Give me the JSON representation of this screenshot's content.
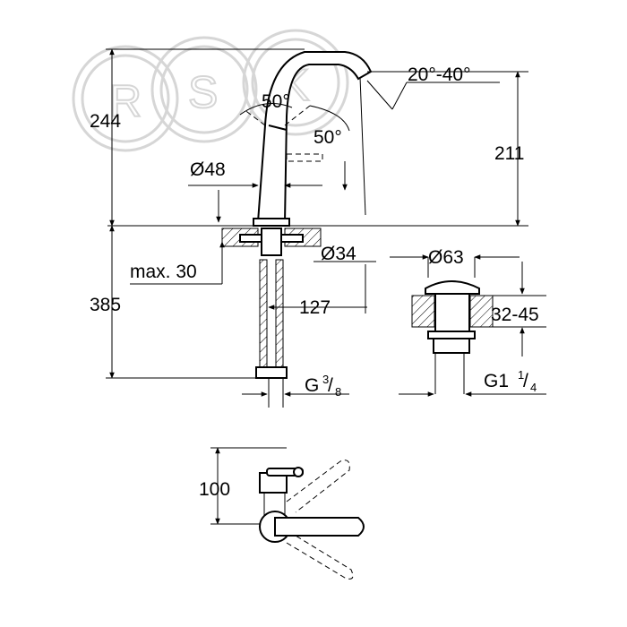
{
  "watermark": {
    "letters": [
      "R",
      "S",
      "K"
    ]
  },
  "dimensions": {
    "height_total": "244",
    "height_spout": "211",
    "spout_swivel_angle": "20°-40°",
    "lever_angle_top": "50°",
    "lever_angle_side": "50°",
    "body_diameter": "Ø48",
    "hole_diameter": "Ø34",
    "max_thickness": "max. 30",
    "hose_length": "385",
    "spout_reach": "127",
    "hose_thread": "G",
    "hose_thread_num": "3",
    "hose_thread_den": "8",
    "waste_diameter": "Ø63",
    "waste_range": "32-45",
    "waste_thread": "G1",
    "waste_thread_num": "1",
    "waste_thread_den": "4",
    "top_view_depth": "100"
  }
}
